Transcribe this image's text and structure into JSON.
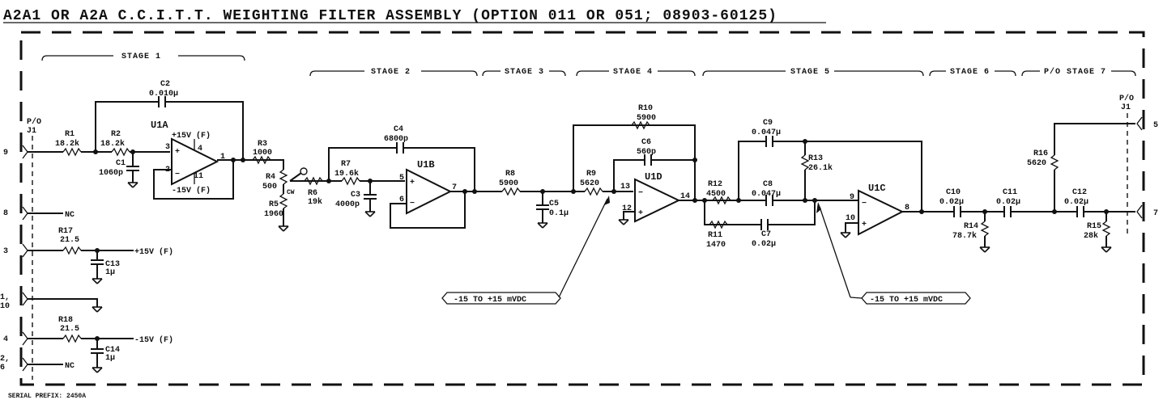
{
  "title": "A2A1 OR A2A C.C.I.T.T. WEIGHTING FILTER ASSEMBLY (OPTION 011 OR 051; 08903-60125)",
  "serial_prefix": "SERIAL PREFIX: 2450A",
  "stages": {
    "s1": "STAGE 1",
    "s2": "STAGE 2",
    "s3": "STAGE 3",
    "s4": "STAGE 4",
    "s5": "STAGE 5",
    "s6": "STAGE 6",
    "s7": "P/O STAGE 7"
  },
  "connector_left": {
    "label1": "P/O",
    "label2": "J1"
  },
  "connector_right": {
    "label1": "P/O",
    "label2": "J1"
  },
  "pins_left": [
    {
      "id": "p9",
      "text": "9"
    },
    {
      "id": "p8",
      "text": "8"
    },
    {
      "id": "p3",
      "text": "3"
    },
    {
      "id": "p10a",
      "text": "1,"
    },
    {
      "id": "p10b",
      "text": "10"
    },
    {
      "id": "p4",
      "text": "4"
    },
    {
      "id": "p2a",
      "text": "2,"
    },
    {
      "id": "p2b",
      "text": "6"
    }
  ],
  "pins_right": [
    {
      "id": "p5",
      "text": "5"
    },
    {
      "id": "p7",
      "text": "7"
    }
  ],
  "nc": "NC",
  "supplies": {
    "pos15f": "+15V (F)",
    "neg15f": "-15V (F)",
    "u1a_pos": "+15V (F)",
    "u1a_neg": "-15V (F)"
  },
  "amps": {
    "u1a": "U1A",
    "u1b": "U1B",
    "u1c": "U1C",
    "u1d": "U1D"
  },
  "pin_numbers": {
    "u1a_in_plus": "3",
    "u1a_in_minus": "2",
    "u1a_out": "1",
    "u1a_v": "4",
    "u1a_gnd": "11",
    "u1b_in_plus": "5",
    "u1b_in_minus": "6",
    "u1b_out": "7",
    "u1d_in_minus": "13",
    "u1d_in_plus": "12",
    "u1d_out": "14",
    "u1c_in_minus": "9",
    "u1c_in_plus": "10",
    "u1c_out": "8"
  },
  "components": {
    "r1": {
      "ref": "R1",
      "val": "18.2k"
    },
    "r2": {
      "ref": "R2",
      "val": "18.2k"
    },
    "c1": {
      "ref": "C1",
      "val": "1060p"
    },
    "c2": {
      "ref": "C2",
      "val": "0.010μ"
    },
    "r3": {
      "ref": "R3",
      "val": "1000"
    },
    "r4": {
      "ref": "R4",
      "val": "500"
    },
    "r5": {
      "ref": "R5",
      "val": "1960"
    },
    "cw": "CW",
    "r6": {
      "ref": "R6",
      "val": "19k"
    },
    "r7": {
      "ref": "R7",
      "val": "19.6k"
    },
    "c3": {
      "ref": "C3",
      "val": "4000p"
    },
    "c4": {
      "ref": "C4",
      "val": "6800p"
    },
    "r8": {
      "ref": "R8",
      "val": "5900"
    },
    "c5": {
      "ref": "C5",
      "val": "0.1μ"
    },
    "r9": {
      "ref": "R9",
      "val": "5620"
    },
    "r10": {
      "ref": "R10",
      "val": "5900"
    },
    "c6": {
      "ref": "C6",
      "val": "560p"
    },
    "r12": {
      "ref": "R12",
      "val": "4500"
    },
    "r11": {
      "ref": "R11",
      "val": "1470"
    },
    "c9": {
      "ref": "C9",
      "val": "0.047μ"
    },
    "c8": {
      "ref": "C8",
      "val": "0.047μ"
    },
    "c7": {
      "ref": "C7",
      "val": "0.02μ"
    },
    "r13": {
      "ref": "R13",
      "val": "26.1k"
    },
    "c10": {
      "ref": "C10",
      "val": "0.02μ"
    },
    "c11": {
      "ref": "C11",
      "val": "0.02μ"
    },
    "r14": {
      "ref": "R14",
      "val": "78.7k"
    },
    "r16": {
      "ref": "R16",
      "val": "5620"
    },
    "c12": {
      "ref": "C12",
      "val": "0.02μ"
    },
    "r15": {
      "ref": "R15",
      "val": "28k"
    },
    "r17": {
      "ref": "R17",
      "val": "21.5"
    },
    "c13": {
      "ref": "C13",
      "val": "1μ"
    },
    "r18": {
      "ref": "R18",
      "val": "21.5"
    },
    "c14": {
      "ref": "C14",
      "val": "1μ"
    }
  },
  "callouts": {
    "offset1": "-15 TO +15 mVDC",
    "offset2": "-15 TO +15 mVDC"
  }
}
